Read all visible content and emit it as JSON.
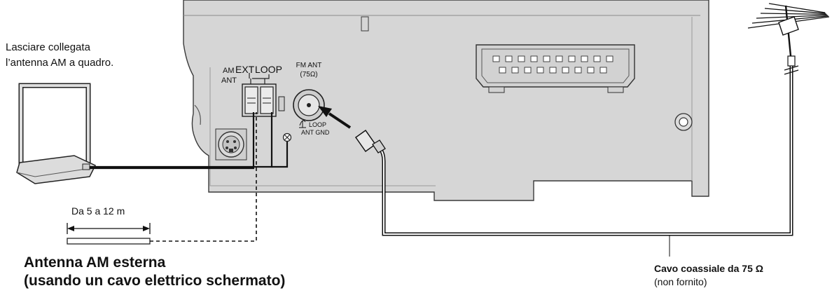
{
  "note": {
    "line1": "Lasciare collegata",
    "line2": "l’antenna AM a quadro."
  },
  "terminals": {
    "am_ant_line1": "AM",
    "am_ant_line2": "ANT",
    "ext": "EXT",
    "loop": "LOOP",
    "fm_ant_line1": "FM ANT",
    "fm_ant_line2": "(75Ω)",
    "loop_gnd_line1": "LOOP",
    "loop_gnd_line2": "ANT GND"
  },
  "distance": "Da 5 a 12 m",
  "external_antenna": {
    "line1": "Antenna AM esterna",
    "line2": "(usando un cavo elettrico schermato)"
  },
  "coax": {
    "label": "Cavo coassiale da 75 Ω",
    "note": "(non fornito)"
  }
}
